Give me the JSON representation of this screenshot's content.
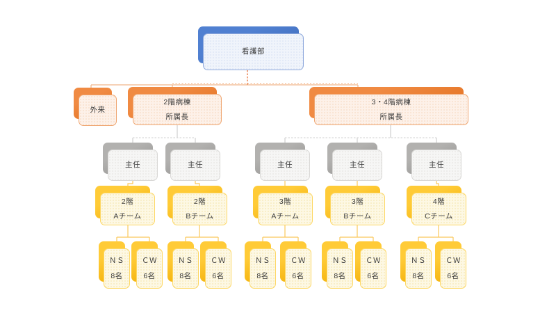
{
  "diagram": {
    "type": "org-chart",
    "background": "#ffffff",
    "colors": {
      "level1_accent": "#4472c4",
      "level2_accent": "#ed7d31",
      "level3_accent": "#a6a6a6",
      "level4_accent": "#ffc000",
      "connector_orange": "#eca36e",
      "connector_orange_dashed": "#e87039",
      "connector_gray": "#c9c9c9",
      "connector_yellow": "#fbc75a",
      "text": "#3c3c3c"
    },
    "nodes": {
      "root": {
        "label": "看護部"
      },
      "outpatient": {
        "label": "外来"
      },
      "ward2": {
        "name": "2階病棟",
        "role": "所属長"
      },
      "ward34": {
        "name": "3・4階病棟",
        "role": "所属長"
      },
      "chiefs": [
        {
          "label": "主任"
        },
        {
          "label": "主任"
        },
        {
          "label": "主任"
        },
        {
          "label": "主任"
        },
        {
          "label": "主任"
        }
      ],
      "teams": [
        {
          "floor": "2階",
          "team": "Aチーム"
        },
        {
          "floor": "2階",
          "team": "Bチーム"
        },
        {
          "floor": "3階",
          "team": "Aチーム"
        },
        {
          "floor": "3階",
          "team": "Bチーム"
        },
        {
          "floor": "4階",
          "team": "Cチーム"
        }
      ],
      "staff": [
        {
          "role": "ＮＳ",
          "count": "8名"
        },
        {
          "role": "ＣＷ",
          "count": "6名"
        },
        {
          "role": "ＮＳ",
          "count": "8名"
        },
        {
          "role": "ＣＷ",
          "count": "6名"
        },
        {
          "role": "ＮＳ",
          "count": "8名"
        },
        {
          "role": "ＣＷ",
          "count": "6名"
        },
        {
          "role": "ＮＳ",
          "count": "8名"
        },
        {
          "role": "ＣＷ",
          "count": "6名"
        },
        {
          "role": "ＮＳ",
          "count": "8名"
        },
        {
          "role": "ＣＷ",
          "count": "6名"
        }
      ]
    }
  }
}
